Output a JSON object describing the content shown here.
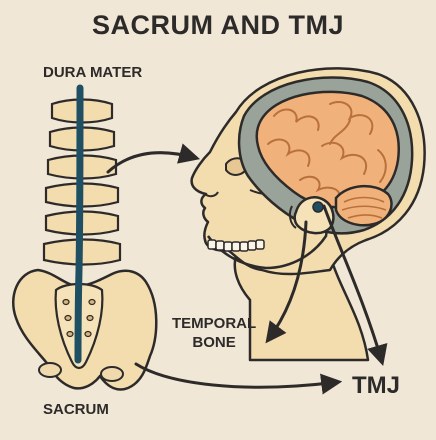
{
  "title": "SACRUM AND TMJ",
  "labels": {
    "dura_mater": "DURA MATER",
    "temporal_bone_line1": "TEMPORAL",
    "temporal_bone_line2": "BONE",
    "tmj": "TMJ",
    "sacrum": "SACRUM"
  },
  "colors": {
    "background": "#f1e7d7",
    "bone": "#f3dcae",
    "outline": "#2d2b2a",
    "dura": "#1f4f63",
    "brain": "#f0b27a",
    "skull_gray": "#9aa39a"
  }
}
